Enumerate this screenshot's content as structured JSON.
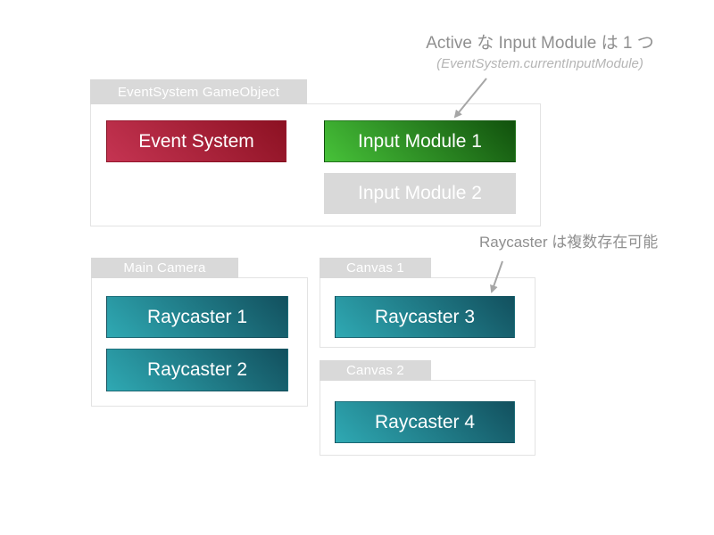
{
  "annotations": {
    "input_module_note_title": "Active な Input Module は 1 つ",
    "input_module_note_subtitle": "(EventSystem.currentInputModule)",
    "raycaster_note_title": "Raycaster は複数存在可能"
  },
  "groups": {
    "event_system": {
      "tab_label": "EventSystem GameObject",
      "boxes": {
        "event_system": "Event System",
        "input_module_1": "Input Module 1",
        "input_module_2": "Input Module 2"
      }
    },
    "main_camera": {
      "tab_label": "Main Camera",
      "boxes": {
        "raycaster_1": "Raycaster 1",
        "raycaster_2": "Raycaster 2"
      }
    },
    "canvas_1": {
      "tab_label": "Canvas 1",
      "boxes": {
        "raycaster_3": "Raycaster 3"
      }
    },
    "canvas_2": {
      "tab_label": "Canvas 2",
      "boxes": {
        "raycaster_4": "Raycaster 4"
      }
    }
  },
  "colors": {
    "page_background": "#ffffff",
    "tab_background": "#d9d9d9",
    "tab_text": "#ffffff",
    "container_border": "#e3e3e3",
    "event_system_gradient_start": "#c53452",
    "event_system_gradient_end": "#8c1122",
    "active_input_module_gradient_start": "#47c239",
    "active_input_module_gradient_end": "#11510d",
    "inactive_input_module_fill": "#d9d9d9",
    "raycaster_gradient_start": "#2fa9b3",
    "raycaster_gradient_end": "#12505e",
    "annotation_text": "#8f8f8f",
    "annotation_subtext": "#b5b5b5",
    "arrow": "#a6a6a6"
  }
}
